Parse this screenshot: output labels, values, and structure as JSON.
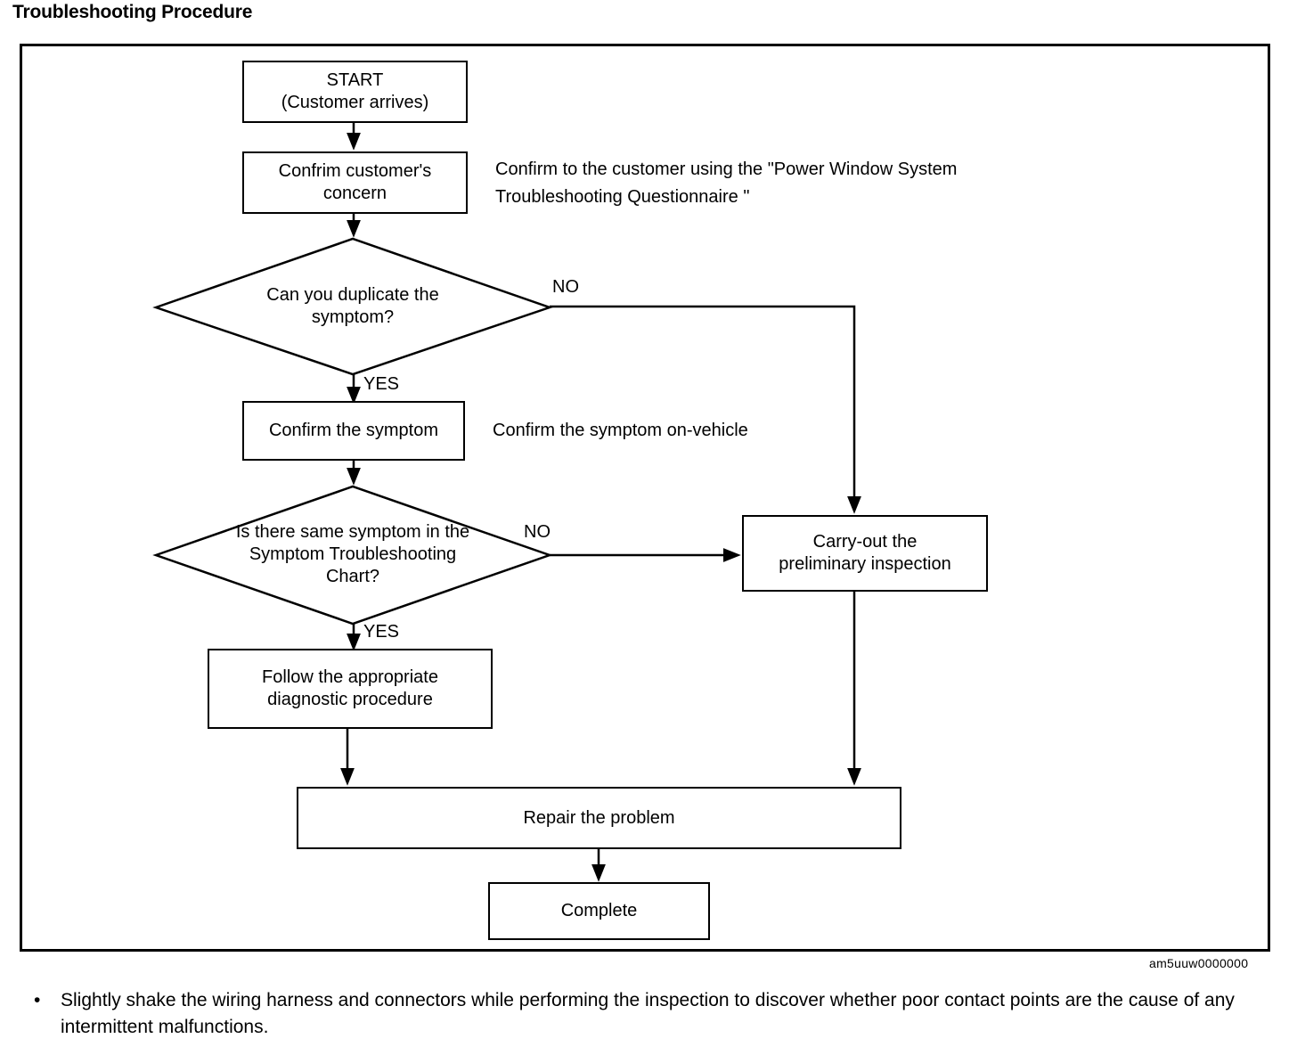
{
  "title": "Troubleshooting Procedure",
  "reference_code": "am5uuw0000000",
  "flowchart": {
    "nodes": [
      {
        "id": "start",
        "type": "process",
        "text": "START\n(Customer arrives)"
      },
      {
        "id": "confirm-concern",
        "type": "process",
        "text": "Confrim customer's\nconcern"
      },
      {
        "id": "duplicate-symptom",
        "type": "decision",
        "text": "Can you duplicate the\nsymptom?"
      },
      {
        "id": "confirm-symptom",
        "type": "process",
        "text": "Confirm the symptom"
      },
      {
        "id": "same-symptom-chart",
        "type": "decision",
        "text": "Is there same symptom in the\nSymptom Troubleshooting\nChart?"
      },
      {
        "id": "follow-diagnostic",
        "type": "process",
        "text": "Follow the appropriate\ndiagnostic procedure"
      },
      {
        "id": "preliminary-inspection",
        "type": "process",
        "text": "Carry-out the\npreliminary inspection"
      },
      {
        "id": "repair-problem",
        "type": "process",
        "text": "Repair the problem"
      },
      {
        "id": "complete",
        "type": "terminator",
        "text": "Complete"
      }
    ],
    "edge_labels": {
      "duplicate_no": "NO",
      "duplicate_yes": "YES",
      "chart_no": "NO",
      "chart_yes": "YES"
    },
    "annotations": [
      {
        "id": "concern-note",
        "text": "Confirm to the customer using the \"Power Window System\nTroubleshooting Questionnaire \""
      },
      {
        "id": "symptom-note",
        "text": "Confirm the symptom on-vehicle"
      }
    ]
  },
  "notes": [
    {
      "bullet": "•",
      "text": "Slightly shake the wiring harness and connectors while performing the inspection to discover whether poor contact points are the cause of any intermittent malfunctions."
    }
  ]
}
